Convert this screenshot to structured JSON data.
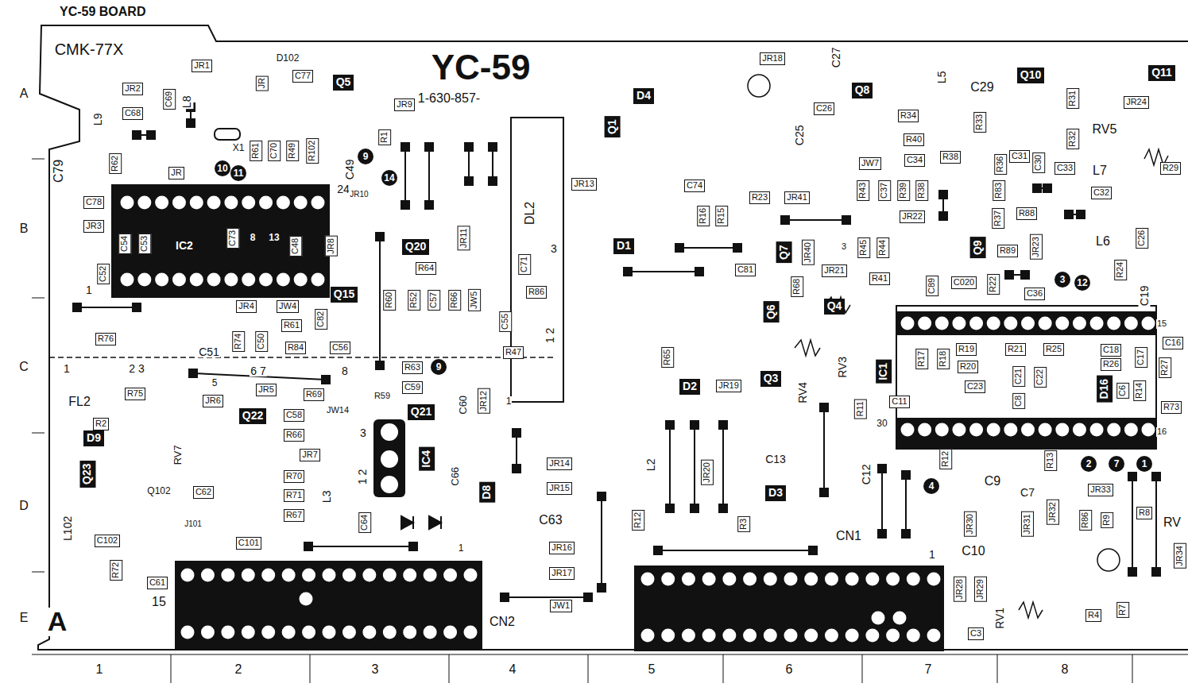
{
  "diagram": {
    "title": "YC-59 BOARD",
    "nodes": [
      {
        "text": [
          "JR1"
        ]
      },
      {
        "text": [
          "JR2"
        ]
      },
      {
        "text": [
          "C68"
        ]
      },
      {
        "text": [
          "C69"
        ]
      },
      {
        "text": [
          "JR"
        ]
      },
      {
        "text": [
          "C77"
        ]
      },
      {
        "text": [
          "Q5"
        ]
      },
      {
        "text": [
          "JR9"
        ]
      },
      {
        "text": [
          "R1"
        ]
      },
      {
        "text": [
          "R62"
        ]
      },
      {
        "text": [
          "JR"
        ]
      },
      {
        "text": [
          "10"
        ]
      },
      {
        "text": [
          "11"
        ]
      },
      {
        "text": [
          "R61"
        ]
      },
      {
        "text": [
          "C70"
        ]
      },
      {
        "text": [
          "R49"
        ]
      },
      {
        "text": [
          "R102"
        ]
      },
      {
        "text": [
          "9"
        ]
      },
      {
        "text": [
          "14"
        ]
      },
      {
        "text": [
          "C78"
        ]
      },
      {
        "text": [
          "JR3"
        ]
      },
      {
        "text": [
          "C54"
        ]
      },
      {
        "text": [
          "C53"
        ]
      },
      {
        "text": [
          "IC2"
        ]
      },
      {
        "text": [
          "C73"
        ]
      },
      {
        "text": [
          "8"
        ]
      },
      {
        "text": [
          "13"
        ]
      },
      {
        "text": [
          "C48"
        ]
      },
      {
        "text": [
          "JR8"
        ]
      },
      {
        "text": [
          "C52"
        ]
      },
      {
        "text": [
          "Q20"
        ]
      },
      {
        "text": [
          "R64"
        ]
      },
      {
        "text": [
          "JR11"
        ]
      },
      {
        "text": [
          "C71"
        ]
      },
      {
        "text": [
          "Q15"
        ]
      },
      {
        "text": [
          "JR4"
        ]
      },
      {
        "text": [
          "JW4"
        ]
      },
      {
        "text": [
          "R61"
        ]
      },
      {
        "text": [
          "C82"
        ]
      },
      {
        "text": [
          "R60"
        ]
      },
      {
        "text": [
          "R52"
        ]
      },
      {
        "text": [
          "C57"
        ]
      },
      {
        "text": [
          "R66"
        ]
      },
      {
        "text": [
          "JW5"
        ]
      },
      {
        "text": [
          "R86"
        ]
      },
      {
        "text": [
          "R76"
        ]
      },
      {
        "text": [
          "R74"
        ]
      },
      {
        "text": [
          "C50"
        ]
      },
      {
        "text": [
          "R84"
        ]
      },
      {
        "text": [
          "C56"
        ]
      },
      {
        "text": [
          "C55"
        ]
      },
      {
        "text": [
          "R47"
        ]
      },
      {
        "text": [
          "R63"
        ]
      },
      {
        "text": [
          "9"
        ]
      },
      {
        "text": [
          "C59"
        ]
      },
      {
        "text": [
          "R75"
        ]
      },
      {
        "text": [
          "JR6"
        ]
      },
      {
        "text": [
          "JR5"
        ]
      },
      {
        "text": [
          "R69"
        ]
      },
      {
        "text": [
          "JR12"
        ]
      },
      {
        "text": [
          "Q22"
        ]
      },
      {
        "text": [
          "C58"
        ]
      },
      {
        "text": [
          "Q21"
        ]
      },
      {
        "text": [
          "R2"
        ]
      },
      {
        "text": [
          "D9"
        ]
      },
      {
        "text": [
          "R66"
        ]
      },
      {
        "text": [
          "JR7"
        ]
      },
      {
        "text": [
          "IC4"
        ]
      },
      {
        "text": [
          "Q23"
        ]
      },
      {
        "text": [
          "R70"
        ]
      },
      {
        "text": [
          "C62"
        ]
      },
      {
        "text": [
          "R71"
        ]
      },
      {
        "text": [
          "D8"
        ]
      },
      {
        "text": [
          "R67"
        ]
      },
      {
        "text": [
          "C64"
        ]
      },
      {
        "text": [
          "C102"
        ]
      },
      {
        "text": [
          "C101"
        ]
      },
      {
        "text": [
          "R72"
        ]
      },
      {
        "text": [
          "C61"
        ]
      },
      {
        "text": [
          "JR13"
        ]
      },
      {
        "text": [
          "JR14"
        ]
      },
      {
        "text": [
          "JR15"
        ]
      },
      {
        "text": [
          "JR16"
        ]
      },
      {
        "text": [
          "JR17"
        ]
      },
      {
        "text": [
          "JW1"
        ]
      },
      {
        "text": [
          "D4"
        ]
      },
      {
        "text": [
          "Q1"
        ]
      },
      {
        "text": [
          "C74"
        ]
      },
      {
        "text": [
          "R16"
        ]
      },
      {
        "text": [
          "R15"
        ]
      },
      {
        "text": [
          "D1"
        ]
      },
      {
        "text": [
          "C81"
        ]
      },
      {
        "text": [
          "R65"
        ]
      },
      {
        "text": [
          "D2"
        ]
      },
      {
        "text": [
          "JR19"
        ]
      },
      {
        "text": [
          "JR20"
        ]
      },
      {
        "text": [
          "D3"
        ]
      },
      {
        "text": [
          "R12"
        ]
      },
      {
        "text": [
          "R3"
        ]
      },
      {
        "text": [
          "JR18"
        ]
      },
      {
        "text": [
          "C26"
        ]
      },
      {
        "text": [
          "Q8"
        ]
      },
      {
        "text": [
          "R23"
        ]
      },
      {
        "text": [
          "JR41"
        ]
      },
      {
        "text": [
          "JW7"
        ]
      },
      {
        "text": [
          "R34"
        ]
      },
      {
        "text": [
          "R40"
        ]
      },
      {
        "text": [
          "C34"
        ]
      },
      {
        "text": [
          "R38"
        ]
      },
      {
        "text": [
          "R43"
        ]
      },
      {
        "text": [
          "C37"
        ]
      },
      {
        "text": [
          "R39"
        ]
      },
      {
        "text": [
          "R38"
        ]
      },
      {
        "text": [
          "JR22"
        ]
      },
      {
        "text": [
          "Q7"
        ]
      },
      {
        "text": [
          "JR40"
        ]
      },
      {
        "text": [
          "R45"
        ]
      },
      {
        "text": [
          "R44"
        ]
      },
      {
        "text": [
          "JR21"
        ]
      },
      {
        "text": [
          "R41"
        ]
      },
      {
        "text": [
          "R68"
        ]
      },
      {
        "text": [
          "Q6"
        ]
      },
      {
        "text": [
          "Q4"
        ]
      },
      {
        "text": [
          "Q3"
        ]
      },
      {
        "text": [
          "Q10"
        ]
      },
      {
        "text": [
          "R33"
        ]
      },
      {
        "text": [
          "R31"
        ]
      },
      {
        "text": [
          "R32"
        ]
      },
      {
        "text": [
          "Q11"
        ]
      },
      {
        "text": [
          "JR24"
        ]
      },
      {
        "text": [
          "R36"
        ]
      },
      {
        "text": [
          "C31"
        ]
      },
      {
        "text": [
          "C30"
        ]
      },
      {
        "text": [
          "C33"
        ]
      },
      {
        "text": [
          "R29"
        ]
      },
      {
        "text": [
          "R83"
        ]
      },
      {
        "text": [
          "C32"
        ]
      },
      {
        "text": [
          "R37"
        ]
      },
      {
        "text": [
          "R88"
        ]
      },
      {
        "text": [
          "Q9"
        ]
      },
      {
        "text": [
          "R89"
        ]
      },
      {
        "text": [
          "JR23"
        ]
      },
      {
        "text": [
          "C26"
        ]
      },
      {
        "text": [
          "R24"
        ]
      },
      {
        "text": [
          "C89"
        ]
      },
      {
        "text": [
          "C020"
        ]
      },
      {
        "text": [
          "R22"
        ]
      },
      {
        "text": [
          "C36"
        ]
      },
      {
        "text": [
          "3"
        ]
      },
      {
        "text": [
          "12"
        ]
      },
      {
        "text": [
          "IC1"
        ]
      },
      {
        "text": [
          "R17"
        ]
      },
      {
        "text": [
          "R18"
        ]
      },
      {
        "text": [
          "R19"
        ]
      },
      {
        "text": [
          "R20"
        ]
      },
      {
        "text": [
          "R21"
        ]
      },
      {
        "text": [
          "R25"
        ]
      },
      {
        "text": [
          "C18"
        ]
      },
      {
        "text": [
          "R26"
        ]
      },
      {
        "text": [
          "C17"
        ]
      },
      {
        "text": [
          "C16"
        ]
      },
      {
        "text": [
          "R27"
        ]
      },
      {
        "text": [
          "C23"
        ]
      },
      {
        "text": [
          "C21"
        ]
      },
      {
        "text": [
          "C8"
        ]
      },
      {
        "text": [
          "C22"
        ]
      },
      {
        "text": [
          "D16"
        ]
      },
      {
        "text": [
          "C6"
        ]
      },
      {
        "text": [
          "R14"
        ]
      },
      {
        "text": [
          "R73"
        ]
      },
      {
        "text": [
          "R11"
        ]
      },
      {
        "text": [
          "C11"
        ]
      },
      {
        "text": [
          "R12"
        ]
      },
      {
        "text": [
          "4"
        ]
      },
      {
        "text": [
          "R13"
        ]
      },
      {
        "text": [
          "2"
        ]
      },
      {
        "text": [
          "7"
        ]
      },
      {
        "text": [
          "1"
        ]
      },
      {
        "text": [
          "JR33"
        ]
      },
      {
        "text": [
          "JR30"
        ]
      },
      {
        "text": [
          "JR31"
        ]
      },
      {
        "text": [
          "JR32"
        ]
      },
      {
        "text": [
          "R86"
        ]
      },
      {
        "text": [
          "R9"
        ]
      },
      {
        "text": [
          "R8"
        ]
      },
      {
        "text": [
          "JR34"
        ]
      },
      {
        "text": [
          "JR28"
        ]
      },
      {
        "text": [
          "JR29"
        ]
      },
      {
        "text": [
          "R4"
        ]
      },
      {
        "text": [
          "R7"
        ]
      },
      {
        "text": [
          "C3"
        ]
      }
    ],
    "labels": [
      "CMK-77X",
      "YC-59",
      "1-630-857-",
      "D102",
      "X1",
      "L9",
      "L8",
      "C79",
      "24",
      "JR10",
      "C49",
      "1",
      "C51",
      "1",
      "2 3",
      "5",
      "6 7",
      "8",
      "R59",
      "JW14",
      "FL2",
      "RV7",
      "Q102",
      "J101",
      "L102",
      "3",
      "1 2",
      "L3",
      "C60",
      "C66",
      "1",
      "C63",
      "1",
      "15",
      "A",
      "CN2",
      "DL2",
      "3",
      "1 2",
      "C27",
      "C25",
      "L5",
      "C29",
      "RV5",
      "L7",
      "3",
      "L6",
      "C19",
      "15",
      "16",
      "30",
      "RV3",
      "RV4",
      "C13",
      "L2",
      "C12",
      "CN1",
      "1",
      "C9",
      "C7",
      "RV",
      "C10",
      "RV1",
      "A",
      "B",
      "C",
      "D",
      "E",
      "1",
      "2",
      "3",
      "4",
      "5",
      "6",
      "7",
      "8"
    ]
  }
}
